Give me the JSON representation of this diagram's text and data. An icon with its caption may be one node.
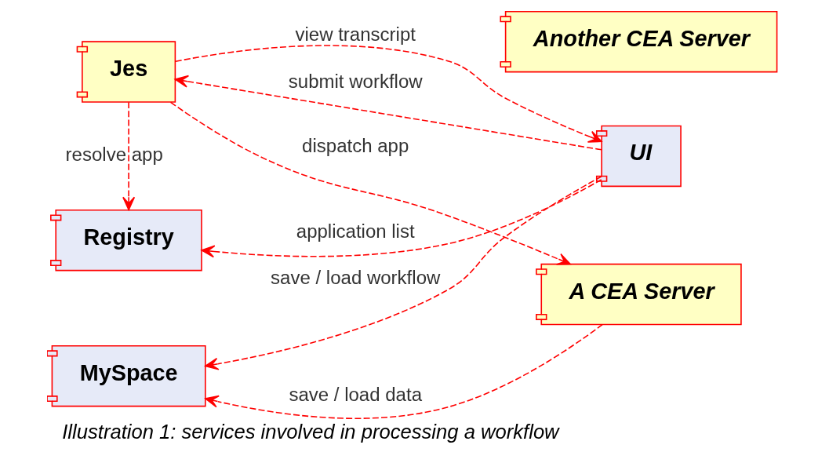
{
  "diagram": {
    "caption": "Illustration 1: services involved in processing a workflow",
    "nodes": [
      {
        "text": [
          "Registry"
        ]
      },
      {
        "text": [
          "Another CEA Server"
        ]
      },
      {
        "text": [
          "UI"
        ]
      },
      {
        "text": [
          "Jes"
        ]
      },
      {
        "text": [
          "A CEA Server"
        ]
      },
      {
        "text": [
          "MySpace"
        ]
      }
    ],
    "edges": [
      {
        "from": 2,
        "to": 0,
        "arrow": "to",
        "label": "application list",
        "style": "dashed"
      },
      {
        "from": 3,
        "to": 0,
        "arrow": "to",
        "label": "resolve app",
        "style": "dashed"
      },
      {
        "from": 2,
        "to": 3,
        "arrow": "to",
        "label": "submit workflow",
        "style": "dashed"
      },
      {
        "from": 3,
        "to": 2,
        "arrow": "to",
        "label": "view transcript",
        "style": "dashed"
      },
      {
        "from": 3,
        "to": 4,
        "arrow": "to",
        "label": "dispatch app",
        "style": "dashed"
      },
      {
        "from": 2,
        "to": 5,
        "arrow": "to",
        "label": "save / load workflow",
        "style": "dashed"
      },
      {
        "from": 4,
        "to": 5,
        "arrow": "to",
        "label": "save / load data",
        "style": "dashed"
      }
    ]
  }
}
